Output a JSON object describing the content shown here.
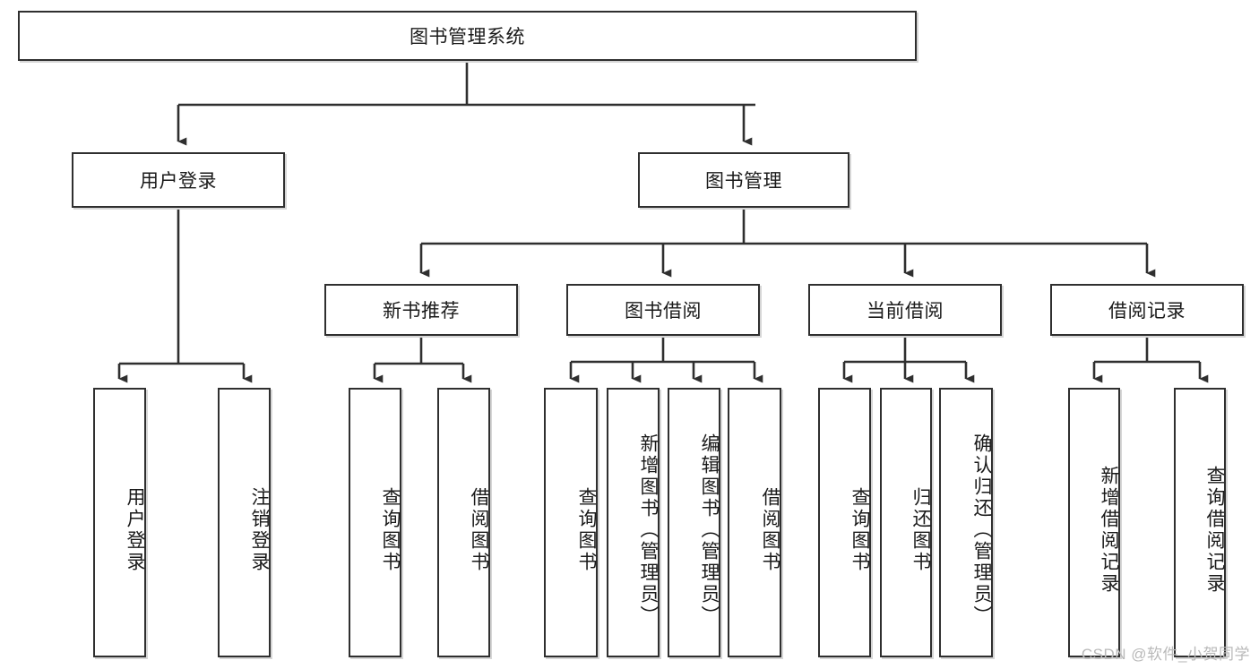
{
  "diagram": {
    "title": "图书管理系统",
    "type": "tree-hierarchy-diagram",
    "colors": {
      "box_border": "#2f2f2f",
      "box_fill": "#ffffff",
      "edge": "#2f2f2f",
      "text": "#1a1a1a",
      "watermark": "#b9b9b9"
    },
    "levels": {
      "root": {
        "label": "图书管理系统"
      },
      "level2": [
        {
          "id": "user-login",
          "label": "用户登录"
        },
        {
          "id": "book-management",
          "label": "图书管理"
        }
      ],
      "level3": [
        {
          "id": "new-book-recommend",
          "label": "新书推荐"
        },
        {
          "id": "book-borrow",
          "label": "图书借阅"
        },
        {
          "id": "current-borrow",
          "label": "当前借阅"
        },
        {
          "id": "borrow-record",
          "label": "借阅记录"
        }
      ],
      "leaves": {
        "user_login": [
          {
            "id": "leaf-user-login",
            "label": "用户登录"
          },
          {
            "id": "leaf-logout-login",
            "label": "注销登录"
          }
        ],
        "new_book_recommend": [
          {
            "id": "leaf-query-book-1",
            "label": "查询图书"
          },
          {
            "id": "leaf-borrow-book-1",
            "label": "借阅图书"
          }
        ],
        "book_borrow": [
          {
            "id": "leaf-query-book-2",
            "label": "查询图书"
          },
          {
            "id": "leaf-add-book",
            "label": "新增图书（管理员）"
          },
          {
            "id": "leaf-edit-book",
            "label": "编辑图书（管理员）"
          },
          {
            "id": "leaf-borrow-book-2",
            "label": "借阅图书"
          }
        ],
        "current_borrow": [
          {
            "id": "leaf-query-book-3",
            "label": "查询图书"
          },
          {
            "id": "leaf-return-book",
            "label": "归还图书"
          },
          {
            "id": "leaf-confirm-return",
            "label": "确认归还（管理员）"
          }
        ],
        "borrow_record": [
          {
            "id": "leaf-add-record",
            "label": "新增借阅记录"
          },
          {
            "id": "leaf-query-record",
            "label": "查询借阅记录"
          }
        ]
      }
    },
    "watermark": "CSDN @软件_小贺同学"
  }
}
